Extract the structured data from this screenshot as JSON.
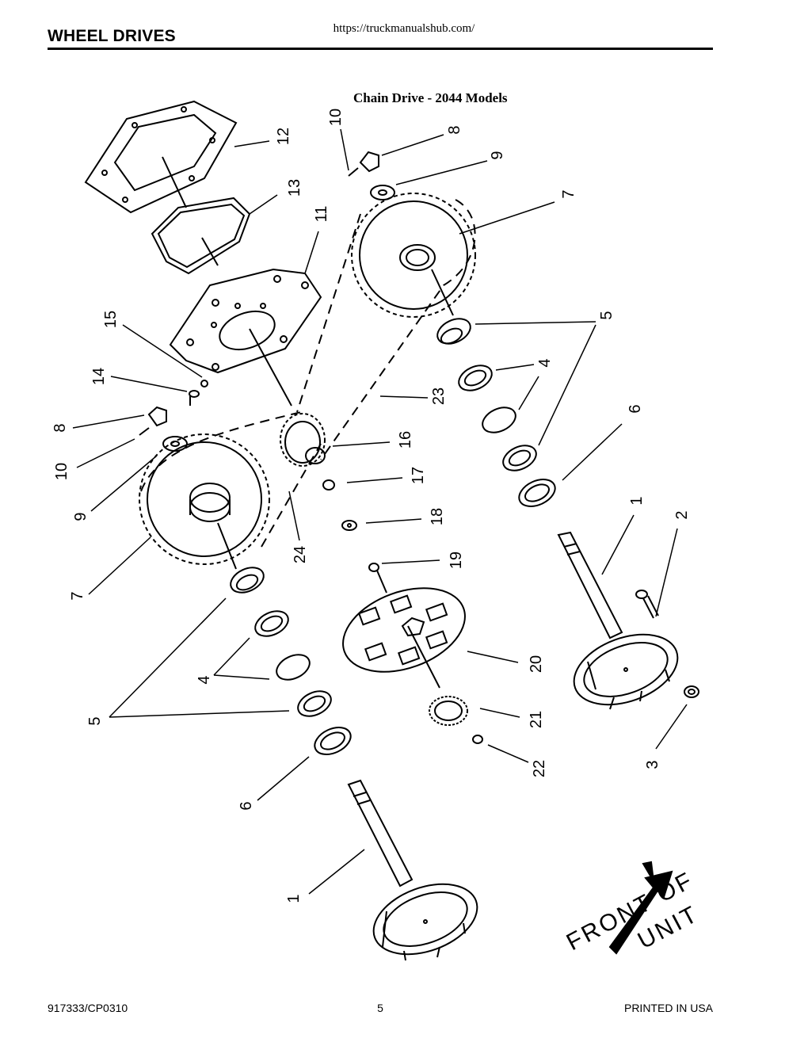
{
  "header": {
    "url": "https://truckmanualshub.com/",
    "title": "WHEEL DRIVES"
  },
  "diagram": {
    "title": "Chain Drive - 2044 Models",
    "callouts": [
      "10",
      "8",
      "9",
      "7",
      "12",
      "13",
      "11",
      "15",
      "14",
      "5",
      "4",
      "23",
      "6",
      "16",
      "17",
      "18",
      "24",
      "19",
      "1",
      "2",
      "20",
      "21",
      "22",
      "3"
    ],
    "front_label_1": "FRONT OF",
    "front_label_2": "UNIT"
  },
  "footer": {
    "doc_number": "917333/CP0310",
    "page_number": "5",
    "printed": "PRINTED IN USA"
  }
}
